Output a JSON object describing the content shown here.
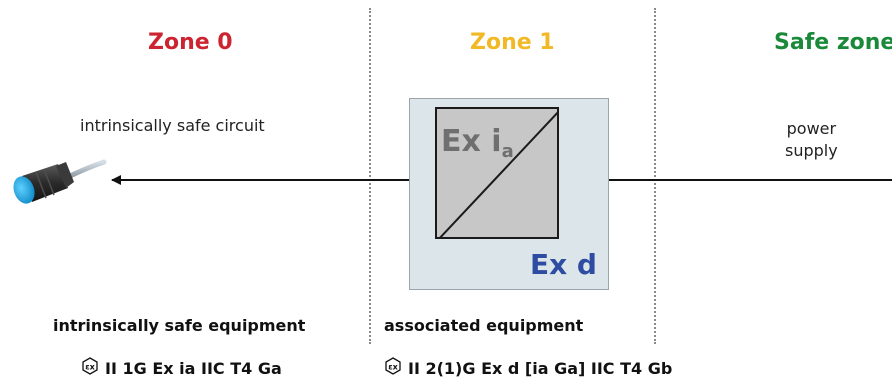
{
  "zones": {
    "zone0": {
      "title": "Zone 0",
      "color": "#cc2430"
    },
    "zone1": {
      "title": "Zone 1",
      "color": "#f2b927"
    },
    "safe_zone": {
      "title": "Safe zone",
      "color": "#1a8a3a"
    }
  },
  "labels": {
    "circuit": "intrinsically safe circuit",
    "power_line1": "power",
    "power_line2": "supply"
  },
  "barrier": {
    "ex_i": "Ex i",
    "ex_i_sub": "a",
    "ex_d": "Ex d"
  },
  "equipment": {
    "left": "intrinsically safe equipment",
    "middle": "associated equipment"
  },
  "markings": {
    "left": "II 1G Ex ia IIC T4 Ga",
    "middle": "II 2(1)G Ex d [ia Ga] IIC T4 Gb"
  },
  "icons": {
    "sensor": "proximity-sensor-icon",
    "ex_symbol": "ex-hexagon-icon"
  }
}
